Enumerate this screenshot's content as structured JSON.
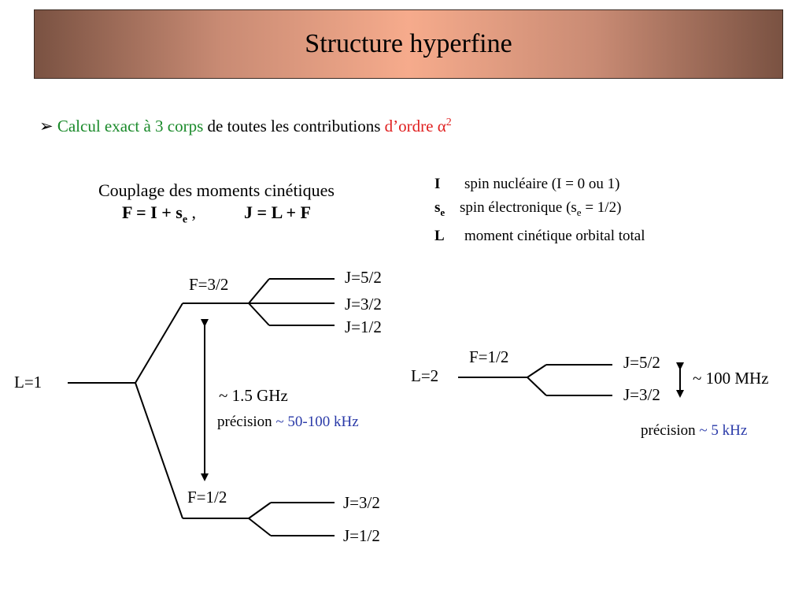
{
  "title": "Structure hyperfine",
  "bullet": {
    "symbol": "➢",
    "green_text": "Calcul exact à 3 corps",
    "black_text": " de toutes les contributions ",
    "red_text": "d’ordre ",
    "alpha": "α",
    "power": "2"
  },
  "coupling": {
    "heading": "Couplage des moments cinétiques",
    "eq1_a": "F = I + s",
    "eq1_sub": "e",
    "eq1_sep": " ,",
    "eq2": "J = L + F"
  },
  "legend": [
    {
      "sym": "I",
      "sub": "",
      "desc": "spin nucléaire  (I = 0 ou 1)"
    },
    {
      "sym": "s",
      "sub": "e",
      "desc": "spin électronique  (s",
      "desc_sub": "e",
      "desc_tail": " = 1/2)"
    },
    {
      "sym": "L",
      "sub": "",
      "desc": "moment cinétique orbital total"
    }
  ],
  "left_diagram": {
    "L": "L=1",
    "F_upper": "F=3/2",
    "F_lower": "F=1/2",
    "J_upper": [
      "J=5/2",
      "J=3/2",
      "J=1/2"
    ],
    "J_lower": [
      "J=3/2",
      "J=1/2"
    ],
    "splitting": "~ 1.5 GHz",
    "precision_label": "précision ",
    "precision_value": "~ 50-100 kHz"
  },
  "right_diagram": {
    "L": "L=2",
    "F": "F=1/2",
    "J": [
      "J=5/2",
      "J=3/2"
    ],
    "splitting": "~ 100 MHz",
    "precision_label": "précision ",
    "precision_value": "~ 5 kHz"
  },
  "colors": {
    "green": "#1a8a2a",
    "red": "#e02020",
    "blue": "#2a3aa8"
  }
}
